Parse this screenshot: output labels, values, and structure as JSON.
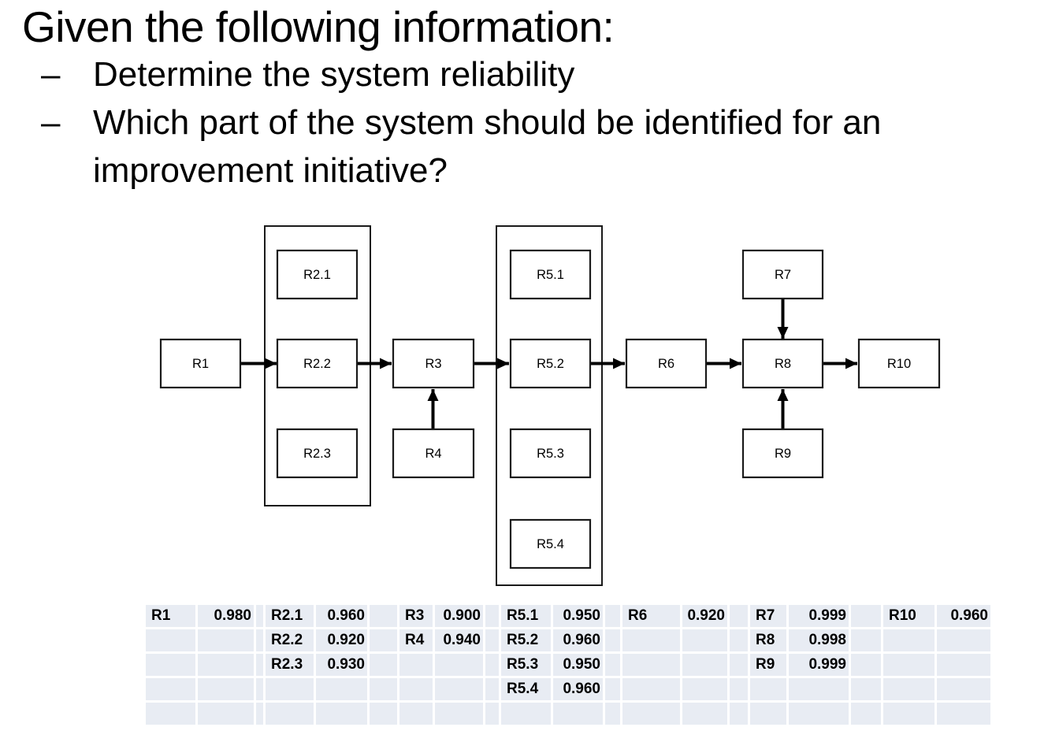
{
  "slide": {
    "title": "Given the following information:",
    "bullets": [
      {
        "marker": "–",
        "text": "Determine the system reliability"
      },
      {
        "marker": "–",
        "text": "Which part of the system should be identified for an improvement initiative?"
      }
    ]
  },
  "diagram": {
    "nodes": {
      "R1": "R1",
      "R2_1": "R2.1",
      "R2_2": "R2.2",
      "R2_3": "R2.3",
      "R3": "R3",
      "R4": "R4",
      "R5_1": "R5.1",
      "R5_2": "R5.2",
      "R5_3": "R5.3",
      "R5_4": "R5.4",
      "R6": "R6",
      "R7": "R7",
      "R8": "R8",
      "R9": "R9",
      "R10": "R10"
    },
    "parallel_groups": [
      {
        "members": [
          "R2.1",
          "R2.2",
          "R2.3"
        ]
      },
      {
        "members": [
          "R5.1",
          "R5.2",
          "R5.3",
          "R5.4"
        ]
      }
    ],
    "edges": [
      "R1→R2.2",
      "R2.2→R3",
      "R4→R3",
      "R3→R5.2",
      "R5.2→R6",
      "R6→R8",
      "R7→R8",
      "R9→R8",
      "R8→R10"
    ]
  },
  "table": {
    "rows": [
      [
        "R1",
        "0.980",
        "",
        "R2.1",
        "0.960",
        "",
        "R3",
        "0.900",
        "",
        "R5.1",
        "0.950",
        "",
        "R6",
        "0.920",
        "",
        "R7",
        "0.999",
        "",
        "R10",
        "0.960"
      ],
      [
        "",
        "",
        "",
        "R2.2",
        "0.920",
        "",
        "R4",
        "0.940",
        "",
        "R5.2",
        "0.960",
        "",
        "",
        "",
        "",
        "R8",
        "0.998",
        "",
        "",
        ""
      ],
      [
        "",
        "",
        "",
        "R2.3",
        "0.930",
        "",
        "",
        "",
        "",
        "R5.3",
        "0.950",
        "",
        "",
        "",
        "",
        "R9",
        "0.999",
        "",
        "",
        ""
      ],
      [
        "",
        "",
        "",
        "",
        "",
        "",
        "",
        "",
        "",
        "R5.4",
        "0.960",
        "",
        "",
        "",
        "",
        "",
        "",
        "",
        "",
        ""
      ],
      [
        "",
        "",
        "",
        "",
        "",
        "",
        "",
        "",
        "",
        "",
        "",
        "",
        "",
        "",
        "",
        "",
        "",
        "",
        "",
        ""
      ]
    ]
  }
}
